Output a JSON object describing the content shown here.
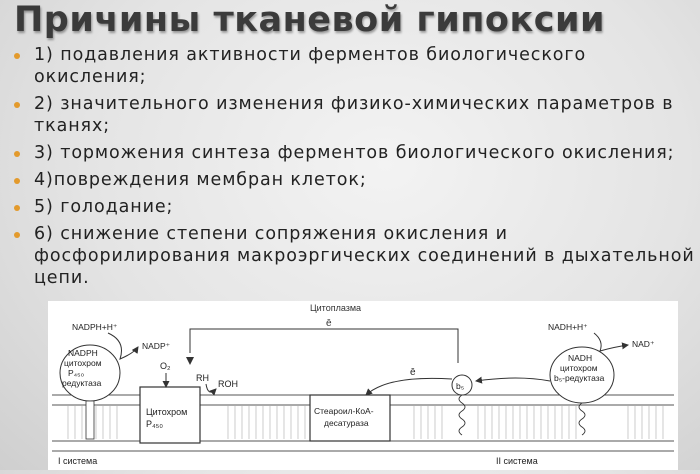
{
  "title": "Причины тканевой гипоксии",
  "bullets": [
    "1) подавления активности ферментов биологического окисления;",
    "2) значительного изменения физико-химических параметров в тканях;",
    "3) торможения синтеза ферментов биологического окисления;",
    "4)повреждения мембран клеток;",
    "5) голодание;",
    "6) снижение степени сопряжения окисления и фосфорилирования макроэргических соединений в дыхательной цепи."
  ],
  "accent_color": "#e39a2c",
  "diagram": {
    "cytoplasm": "Цитоплазма",
    "nadph_in": "NADPH+H⁺",
    "nadp_out": "NADP⁺",
    "nadph_complex_l1": "NADPH",
    "nadph_complex_l2": "цитохром",
    "nadph_complex_l3": "P₄₅₀",
    "nadph_complex_l4": "редуктаза",
    "o2": "O₂",
    "rh": "RH",
    "roh": "ROH",
    "electron_top": "ē",
    "electron_mid": "ē",
    "cyt_p450_l1": "Цитохром",
    "cyt_p450_l2": "P₄₅₀",
    "desaturase_l1": "Стеароил-КоА-",
    "desaturase_l2": "десатураза",
    "b5": "b₅",
    "nadh_in": "NADH+H⁺",
    "nad_out": "NAD⁺",
    "nadh_complex_l1": "NADH",
    "nadh_complex_l2": "цитохром",
    "nadh_complex_l3": "b₅-редуктаза",
    "system1": "I система",
    "system2": "II система"
  }
}
